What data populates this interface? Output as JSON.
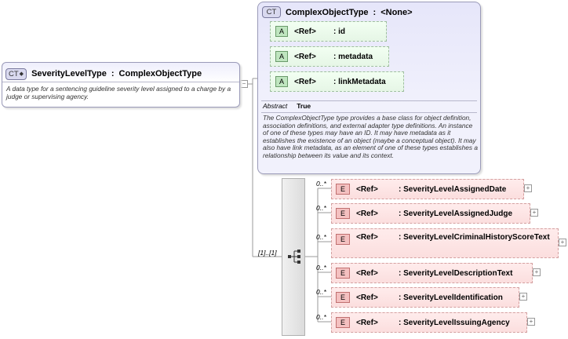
{
  "main_type": {
    "badge": "CT",
    "title": "SeverityLevelType",
    "sep": ":",
    "base": "ComplexObjectType",
    "description": "A data type for a sentencing guideline severity level assigned to a charge by a judge or supervising agency."
  },
  "base_type": {
    "badge": "CT",
    "title": "ComplexObjectType",
    "sep": ":",
    "base": "<None>",
    "attributes": [
      {
        "chip": "A",
        "ref": "<Ref>",
        "name": ": id"
      },
      {
        "chip": "A",
        "ref": "<Ref>",
        "name": ": metadata"
      },
      {
        "chip": "A",
        "ref": "<Ref>",
        "name": ": linkMetadata"
      }
    ],
    "abstract_label": "Abstract",
    "abstract_value": "True",
    "description": "The ComplexObjectType type provides a base class for object definition, association definitions, and external adapter type definitions. An instance of one of these types may have an ID. It may have metadata as it establishes the existence of an object (maybe a conceptual object). It may also have link metadata, as an element of one of these types establishes a relationship between its value and its context."
  },
  "sequence": {
    "cardinality": "[1]..[1]"
  },
  "elements": [
    {
      "chip": "E",
      "ref": "<Ref>",
      "name": ": SeverityLevelAssignedDate",
      "card": "0..*"
    },
    {
      "chip": "E",
      "ref": "<Ref>",
      "name": ": SeverityLevelAssignedJudge",
      "card": "0..*"
    },
    {
      "chip": "E",
      "ref": "<Ref>",
      "name": ": SeverityLevelCriminalHistoryScoreText",
      "card": "0..*"
    },
    {
      "chip": "E",
      "ref": "<Ref>",
      "name": ": SeverityLevelDescriptionText",
      "card": "0..*"
    },
    {
      "chip": "E",
      "ref": "<Ref>",
      "name": ": SeverityLevelIdentification",
      "card": "0..*"
    },
    {
      "chip": "E",
      "ref": "<Ref>",
      "name": ": SeverityLevelIssuingAgency",
      "card": "0..*"
    }
  ],
  "expand_glyph": "+",
  "collapse_glyph": "−"
}
